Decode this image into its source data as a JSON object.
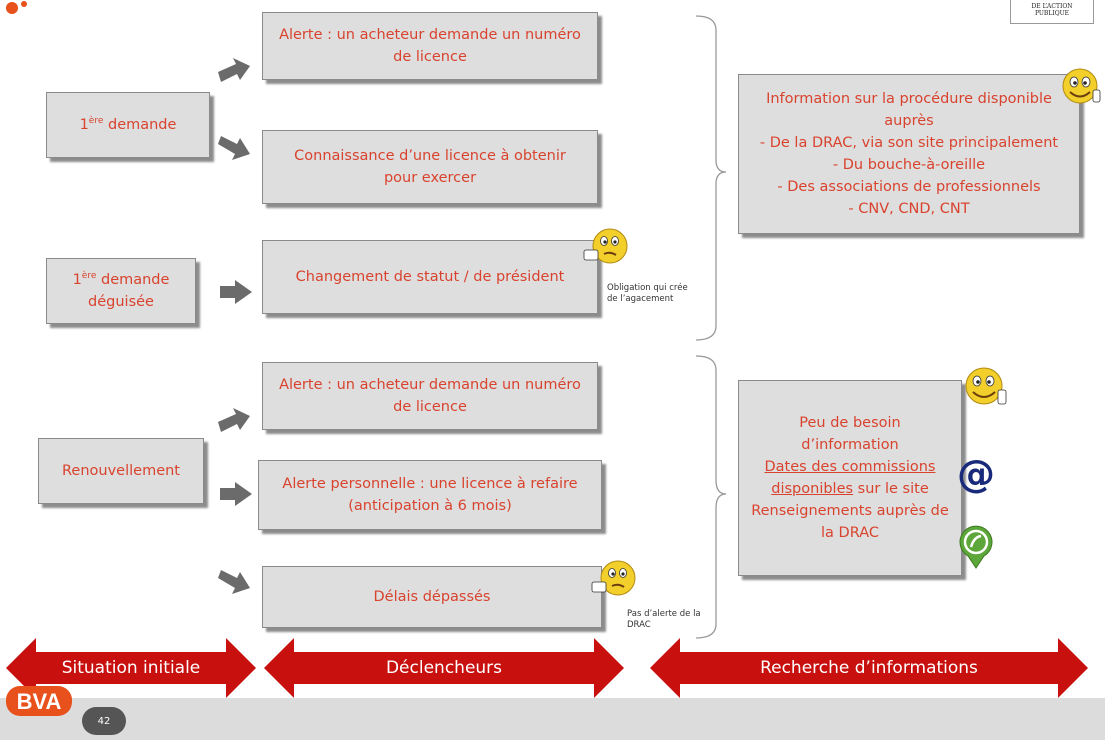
{
  "initial": {
    "first_request": [
      "1",
      "ère",
      " demande"
    ],
    "disguised_request": [
      "1",
      "ère",
      " demande",
      "déguisée"
    ],
    "renewal": "Renouvellement"
  },
  "triggers": {
    "t1": [
      "Alerte : un acheteur demande un numéro",
      "de licence"
    ],
    "t2": [
      "Connaissance d’une licence à obtenir",
      "pour exercer"
    ],
    "t3": "Changement de statut / de président",
    "t4": [
      "Alerte : un acheteur demande un numéro",
      "de licence"
    ],
    "t5": [
      "Alerte personnelle : une licence à refaire",
      "(anticipation à 6 mois)"
    ],
    "t6": "Délais dépassés"
  },
  "notes": {
    "obligation": [
      "Obligation qui crée",
      "de l’agacement"
    ],
    "no_alert": [
      "Pas d’alerte de la",
      "DRAC"
    ]
  },
  "info": {
    "top": [
      "Information sur la procédure disponible",
      "auprès",
      "-   De la DRAC, via son site principalement",
      "-   Du bouche-à-oreille",
      "-   Des associations de professionnels",
      "-   CNV, CND, CNT"
    ],
    "bottom": {
      "l1": "Peu de besoin",
      "l2": "d’information",
      "l3": "Dates des commissions",
      "l4a": "disponibles",
      "l4b": " sur le site",
      "l5": "Renseignements auprès de",
      "l6": "la DRAC"
    }
  },
  "bands": {
    "initial": "Situation initiale",
    "triggers": "Déclencheurs",
    "research": "Recherche d’informations"
  },
  "footer": {
    "page_number": "42",
    "logo": "BVA",
    "top_right_logo": [
      "DE L’ACTION",
      "PUBLIQUE"
    ]
  },
  "icons": {
    "at": "@",
    "accent": "#c8100f",
    "text_color": "#d9432e"
  }
}
